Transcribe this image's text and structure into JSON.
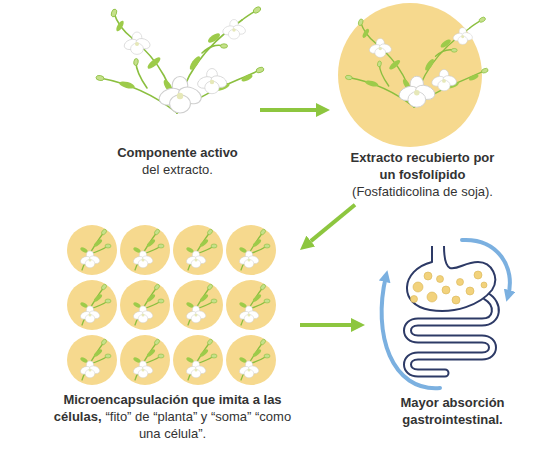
{
  "diagram": {
    "nodes": [
      {
        "text": [
          "Componente activo",
          "del extracto."
        ]
      },
      {
        "text": [
          "Extracto recubierto por un fosfolípido",
          "(Fosfatidicolina de soja)."
        ]
      },
      {
        "text": [
          "Microencapsulación que imita a las células,",
          "“fito” de “planta” y “soma” “como una célula”."
        ]
      },
      {
        "text": [
          "Mayor absorción gastrointestinal."
        ]
      }
    ],
    "edges": [
      {
        "from": 0,
        "to": 1,
        "arrow": "to"
      },
      {
        "from": 1,
        "to": 2,
        "arrow": "to"
      },
      {
        "from": 2,
        "to": 3,
        "arrow": "to"
      }
    ]
  }
}
